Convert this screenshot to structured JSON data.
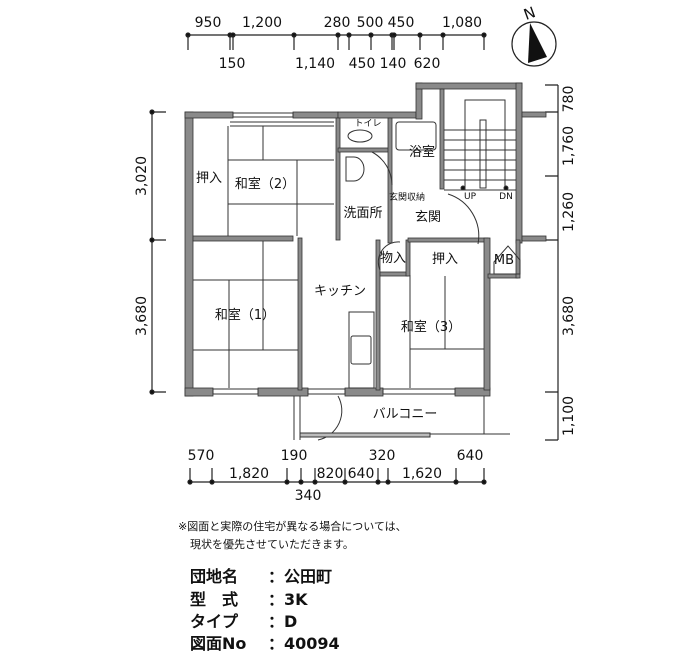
{
  "compass": {
    "label": "N"
  },
  "dims_top": {
    "upper": [
      "950",
      "1,200",
      "280",
      "500",
      "450",
      "1,080"
    ],
    "lower": [
      "150",
      "1,140",
      "450",
      "140",
      "620"
    ]
  },
  "dims_bottom": {
    "upper": [
      "570",
      "190",
      "320",
      "640"
    ],
    "middle": [
      "1,820",
      "820",
      "640",
      "1,620"
    ],
    "lower": [
      "340"
    ]
  },
  "dims_left": [
    "3,020",
    "3,680"
  ],
  "dims_right": [
    "780",
    "1,760",
    "1,260",
    "3,680",
    "1,100"
  ],
  "rooms": {
    "washitsu2": "和室（2）",
    "oshiire1": "押入",
    "toilet": "トイレ",
    "bath": "浴室",
    "senmen": "洗面所",
    "genkan_storage": "玄関収納",
    "genkan": "玄関",
    "up": "UP",
    "dn": "DN",
    "mb": "MB",
    "monoire": "物入",
    "oshiire2": "押入",
    "kitchen": "キッチン",
    "washitsu1": "和室（1）",
    "washitsu3": "和室（3）",
    "balcony": "バルコニー"
  },
  "note": [
    "※図面と実際の住宅が異なる場合については、",
    "現状を優先させていただきます。"
  ],
  "info": [
    {
      "label": "団地名",
      "value": "公田町"
    },
    {
      "label": "型　式",
      "value": "3K"
    },
    {
      "label": "タイプ",
      "value": "D"
    },
    {
      "label": "図面No",
      "value": "40094"
    }
  ]
}
